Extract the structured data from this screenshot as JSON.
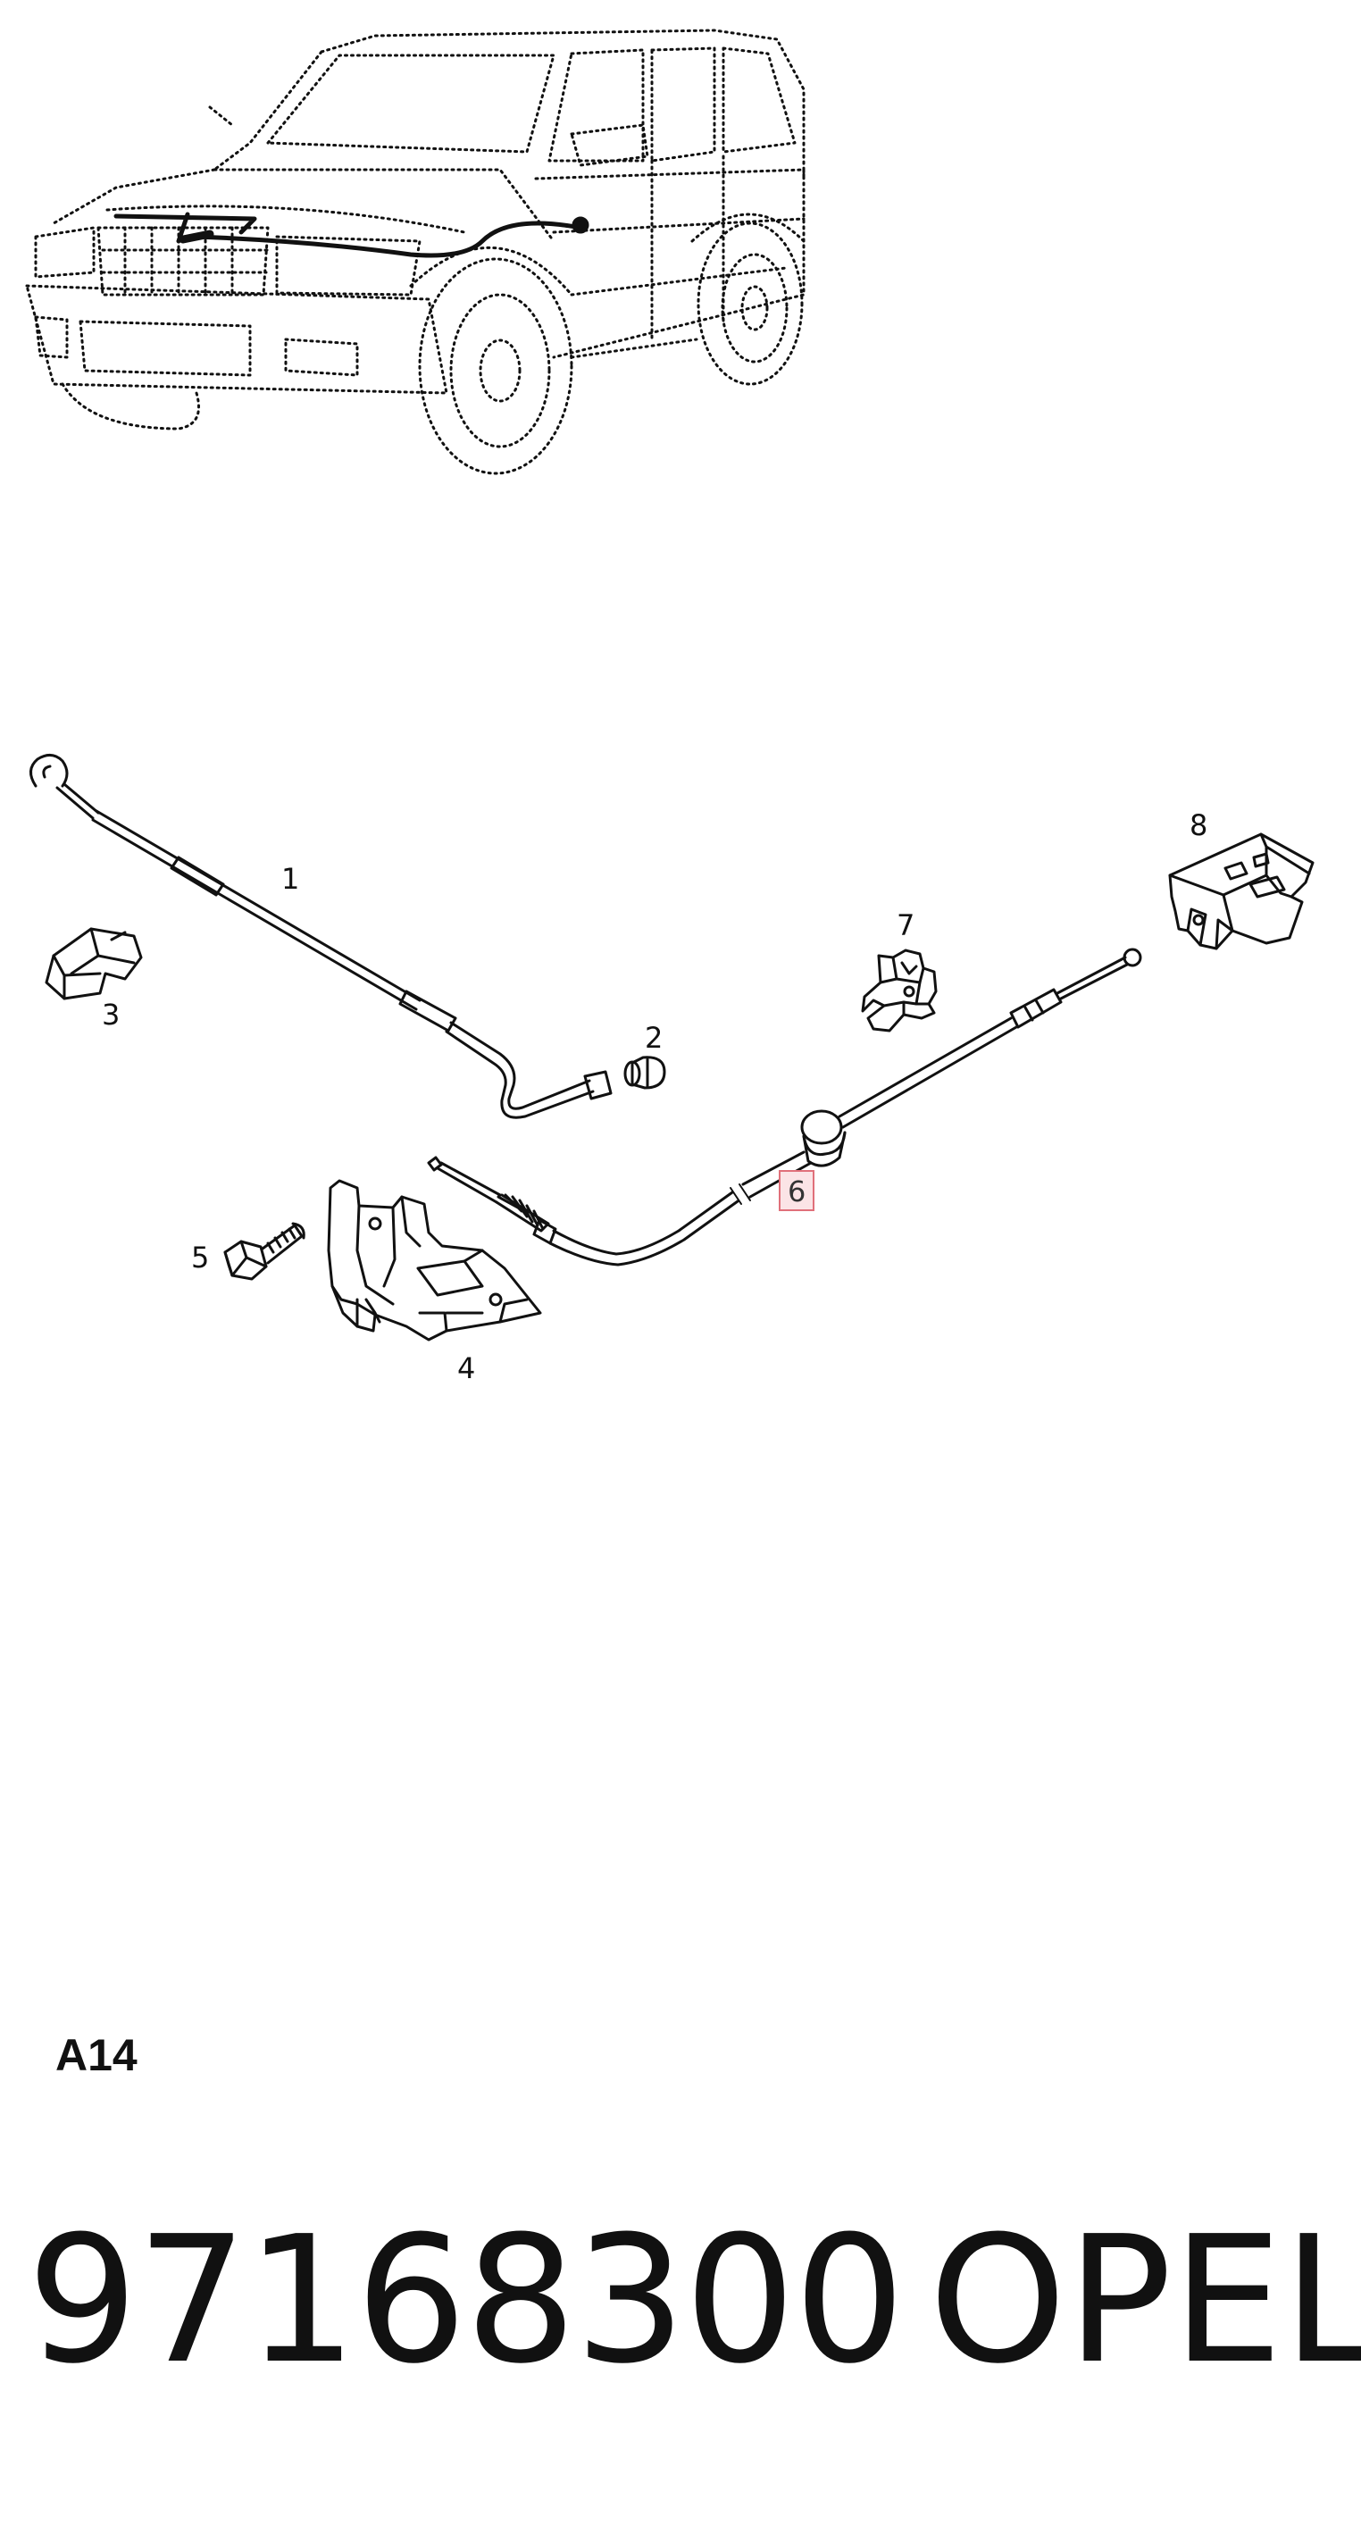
{
  "callouts": {
    "c1": "1",
    "c2": "2",
    "c3": "3",
    "c4": "4",
    "c5": "5",
    "c6": "6",
    "c7": "7",
    "c8": "8"
  },
  "highlighted_callout": "6",
  "section_label": "A14",
  "part_number": "97168300",
  "brand": "OPEL",
  "colors": {
    "line": "#111111",
    "highlight_border": "#e0707a",
    "highlight_fill": "#fbe4e6"
  }
}
